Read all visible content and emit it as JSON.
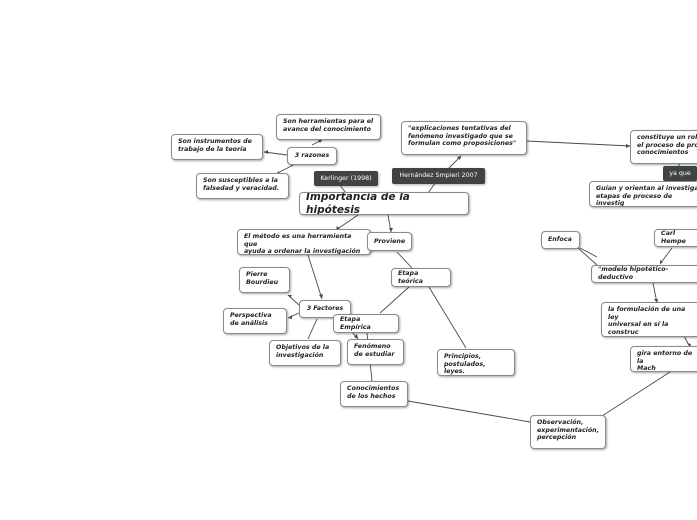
{
  "central_topic": "Importancia de la hipótesis",
  "tags": {
    "kerlinger": "Kerlinger (1998)",
    "hernandez": "Hernández Smpieri 2007",
    "ya_que": "ya que"
  },
  "nodes": {
    "herramientas_avance": "Son herramientas para el\navance del conocimiento",
    "instrumentos_trabajo": "Son instrumentos de\ntrabajo de la teoría",
    "tres_razones": "3 razones",
    "susceptibles": "Son susceptibles a la\nfalsedad y veracidad.",
    "explicaciones_tentativas": "\"explicaciones tentativas del\nfenómeno investigado que se\nformulan como proposiciones\"",
    "constituye_rol": "constituye un rol\nel proceso de pro\nconocimientos",
    "guian_orientan": "Guían y orientan al investiga\netapas de proceso de investig",
    "metodo_herramienta": "El método es una herramienta que\nayuda a ordenar la investigación",
    "proviene": "Proviene",
    "enfoca": "Enfoca",
    "carl_hempel": "Carl Hempe",
    "pierre_bourdieu": "Pierre\nBourdieu",
    "etapa_teorica": "Etapa teórica",
    "modelo_hipotetico": "\"modelo hipotético-deductivo",
    "tres_factores": "3 Factores",
    "perspectiva_analisis": "Perspectiva\nde análisis",
    "etapa_empirica": "Etapa Empírica",
    "formulacion_ley": "la formulación de una ley\nuniversal en sí la construc\nde teorías.",
    "objetivos_investigacion": "Objetivos de la\ninvestigación",
    "fenomeno_estudiar": "Fenómeno\nde estudiar",
    "principios_postulados": "Principios,\npostulados, leyes.",
    "gira_entorno": "gira entorno de la\nMach",
    "conocimientos_hechos": "Conocimientos\nde los hechos",
    "observacion": "Observación,\nexperimentación,\npercepción"
  }
}
